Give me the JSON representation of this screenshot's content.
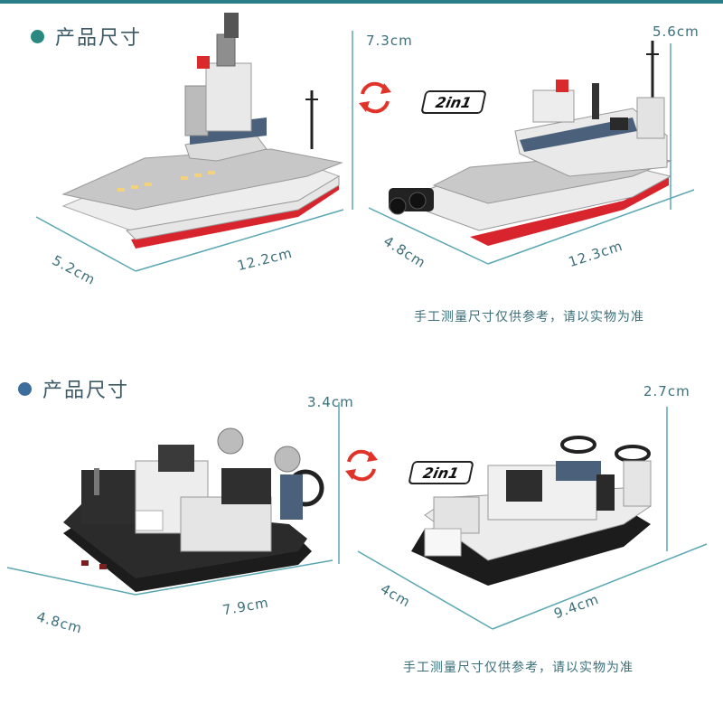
{
  "colors": {
    "accent": "#2a7e8a",
    "dot_top": "#2a8a82",
    "dot_bottom": "#3d6d9a",
    "dimension_line": "#5aa7b2",
    "swap_arrow": "#e0342b"
  },
  "top": {
    "heading": "产品尺寸",
    "badge": "2in1",
    "swap_icon": "rotate-arrows-icon",
    "note": "手工测量尺寸仅供参考，请以实物为准",
    "left_model": {
      "height": "7.3cm",
      "length": "12.2cm",
      "width": "5.2cm"
    },
    "right_model": {
      "height": "5.6cm",
      "length": "12.3cm",
      "width": "4.8cm"
    }
  },
  "bottom": {
    "heading": "产品尺寸",
    "badge": "2in1",
    "swap_icon": "rotate-arrows-icon",
    "note": "手工测量尺寸仅供参考，请以实物为准",
    "left_model": {
      "height": "3.4cm",
      "length": "7.9cm",
      "width": "4.8cm"
    },
    "right_model": {
      "height": "2.7cm",
      "length": "9.4cm",
      "width": "4cm"
    }
  }
}
